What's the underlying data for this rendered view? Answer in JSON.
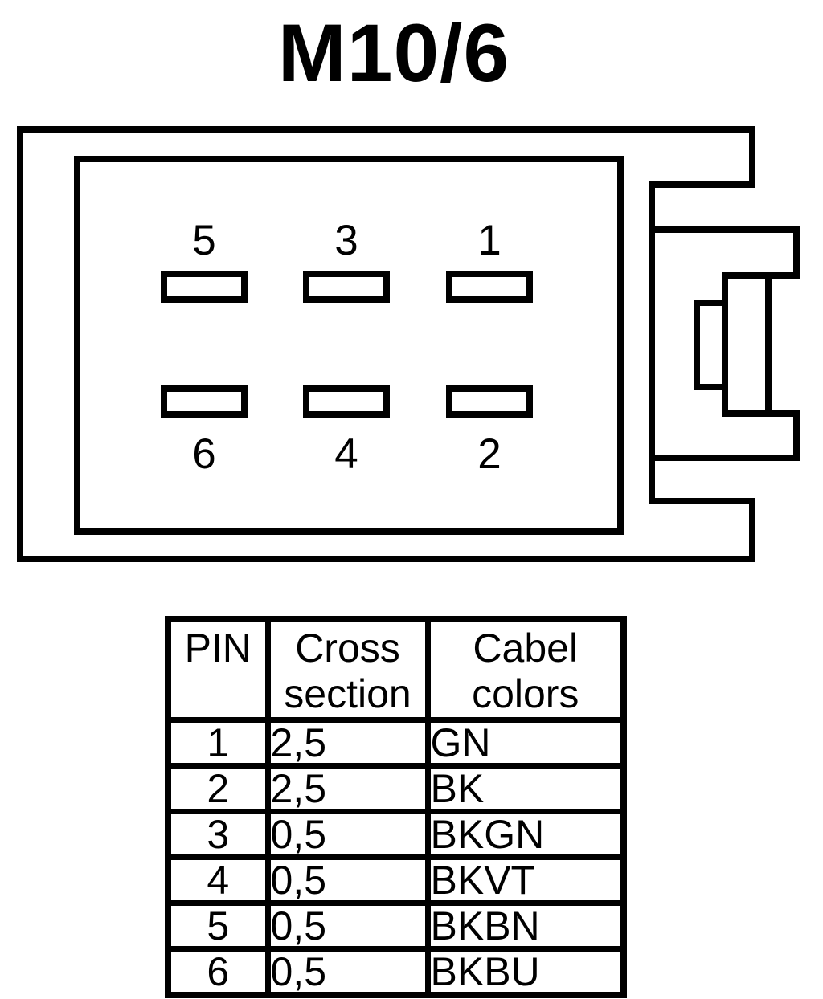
{
  "title": "M10/6",
  "connector": {
    "pins_top": [
      "5",
      "3",
      "1"
    ],
    "pins_bottom": [
      "6",
      "4",
      "2"
    ]
  },
  "table": {
    "headers": {
      "pin": "PIN",
      "cross_section": "Cross\nsection",
      "cable_colors": "Cabel\ncolors"
    },
    "rows": [
      {
        "pin": "1",
        "cross_section": "2,5",
        "cable_color": "GN"
      },
      {
        "pin": "2",
        "cross_section": "2,5",
        "cable_color": "BK"
      },
      {
        "pin": "3",
        "cross_section": "0,5",
        "cable_color": "BKGN"
      },
      {
        "pin": "4",
        "cross_section": "0,5",
        "cable_color": "BKVT"
      },
      {
        "pin": "5",
        "cross_section": "0,5",
        "cable_color": "BKBN"
      },
      {
        "pin": "6",
        "cross_section": "0,5",
        "cable_color": "BKBU"
      }
    ]
  },
  "colors": {
    "line": "#000000",
    "background": "#ffffff"
  }
}
